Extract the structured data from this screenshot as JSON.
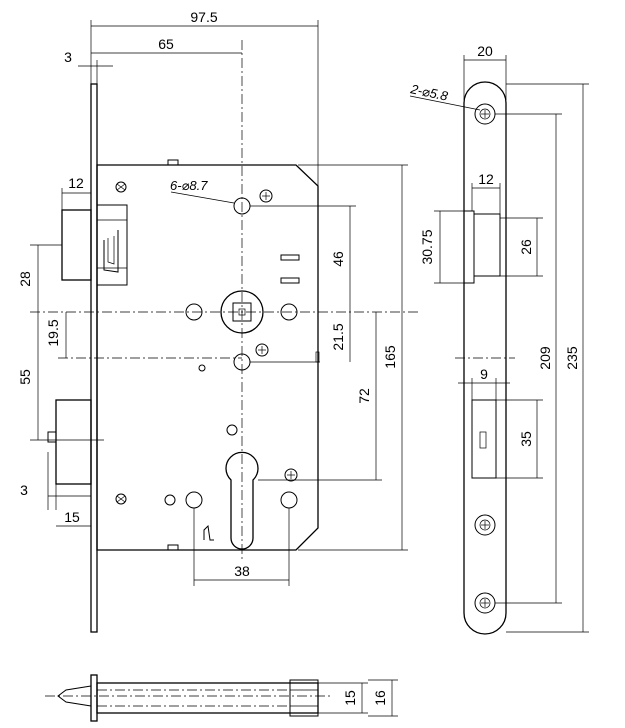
{
  "dimensions": {
    "overall_width": "97.5",
    "backset": "65",
    "faceplate_thickness": "3",
    "latch_width": "12",
    "fixing_holes_case": "6-⌀8.7",
    "latch_offset": "28",
    "handle_to_top_hole": "46",
    "handle_to_mid_hole": "21.5",
    "handle_to_follower_upper": "19.5",
    "handle_to_deadbolt": "55",
    "handle_to_cylinder": "72",
    "case_height": "165",
    "bolt_protrusion": "3",
    "bolt_depth": "15",
    "cylinder_hole_spacing": "38",
    "faceplate_width": "20",
    "faceplate_holes": "2-⌀5.8",
    "latch_slot_width": "12",
    "latch_slot_height": "30.75",
    "latch_inner_height": "26",
    "bolt_slot_width": "9",
    "bolt_slot_height": "35",
    "hole_spacing": "209",
    "faceplate_length": "235",
    "bottom_thickness_inner": "15",
    "bottom_thickness_outer": "16"
  }
}
